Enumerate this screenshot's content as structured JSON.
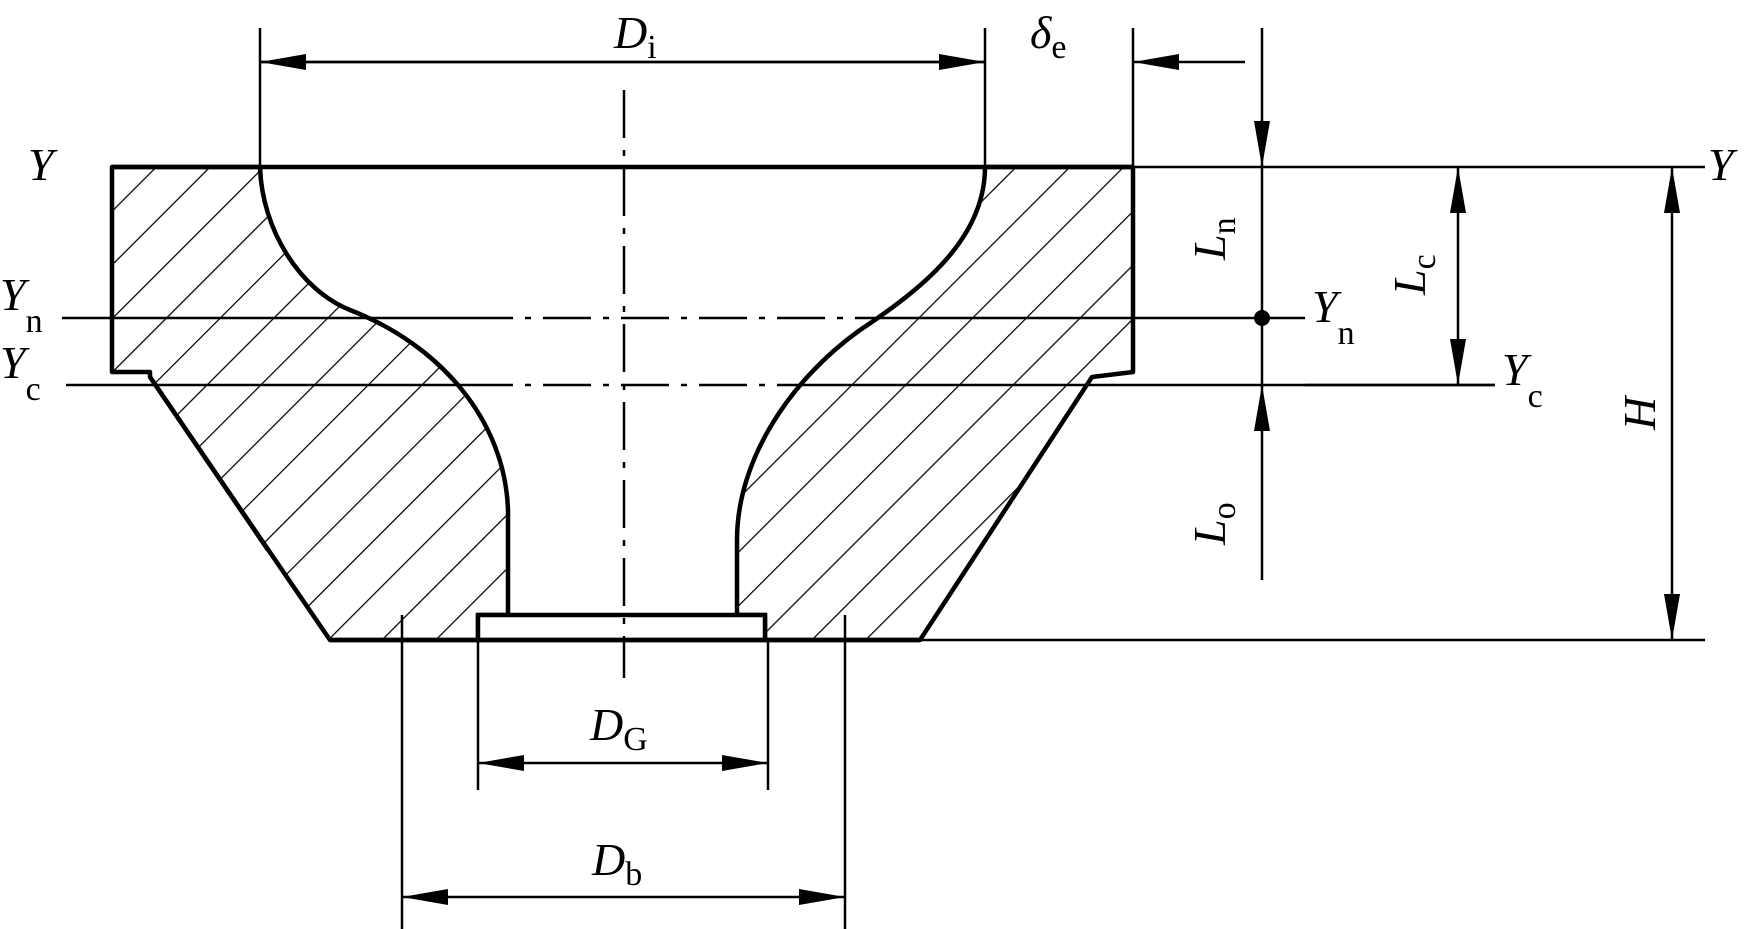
{
  "labels": {
    "Di": {
      "main": "D",
      "sub": "i"
    },
    "de": {
      "main": "δ",
      "sub": "e"
    },
    "Y_left": {
      "main": "Y",
      "sub": ""
    },
    "Y_right": {
      "main": "Y",
      "sub": ""
    },
    "Yn_left": {
      "main": "Y",
      "sub": "n"
    },
    "Yn_right": {
      "main": "Y",
      "sub": "n"
    },
    "Yc_left": {
      "main": "Y",
      "sub": "c"
    },
    "Yc_right": {
      "main": "Y",
      "sub": "c"
    },
    "Ln": {
      "main": "L",
      "sub": "n"
    },
    "Lc": {
      "main": "L",
      "sub": "c"
    },
    "Lo": {
      "main": "L",
      "sub": "o"
    },
    "H": {
      "main": "H",
      "sub": ""
    },
    "DG": {
      "main": "D",
      "sub": "G"
    },
    "Db": {
      "main": "D",
      "sub": "b"
    }
  },
  "colors": {
    "stroke": "#000000",
    "background": "#ffffff"
  }
}
